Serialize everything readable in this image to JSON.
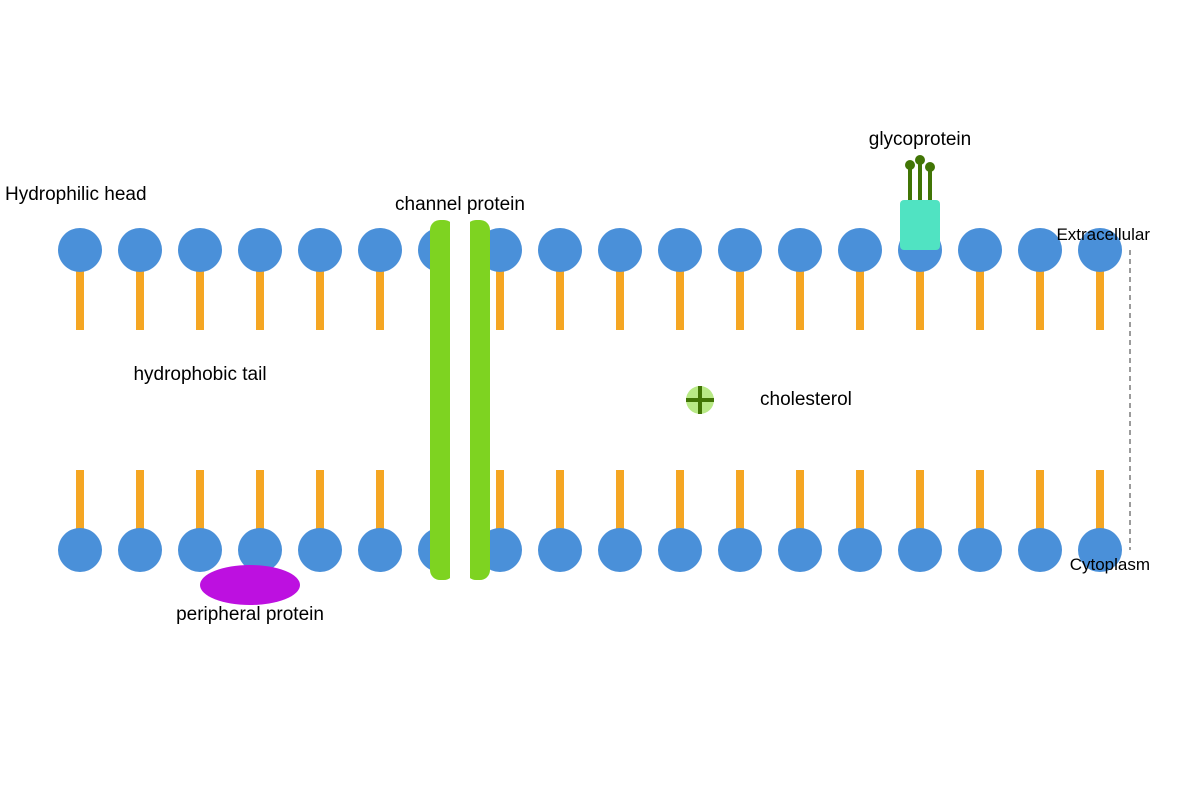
{
  "labels": {
    "hydrophilic_head": "Hydrophilic head",
    "channel_protein": "channel protein",
    "glycoprotein": "glycoprotein",
    "extracellular": "Extracellular",
    "hydrophobic_tail": "hydrophobic tail",
    "cholesterol": "cholesterol",
    "cytoplasm": "Cytoplasm",
    "peripheral_protein": "peripheral protein"
  },
  "bilayer": {
    "phospholipids_per_layer": 18,
    "head_color": "#4a90d9",
    "tail_color": "#f5a623"
  },
  "colors": {
    "channel_protein": "#7ed321",
    "glycoprotein": "#50e3c2",
    "glycan_chain": "#417505",
    "peripheral_protein": "#bd10e0",
    "cholesterol_fill": "#b8e986",
    "cholesterol_cross": "#417505",
    "side_marker": "#9b9b9b"
  }
}
